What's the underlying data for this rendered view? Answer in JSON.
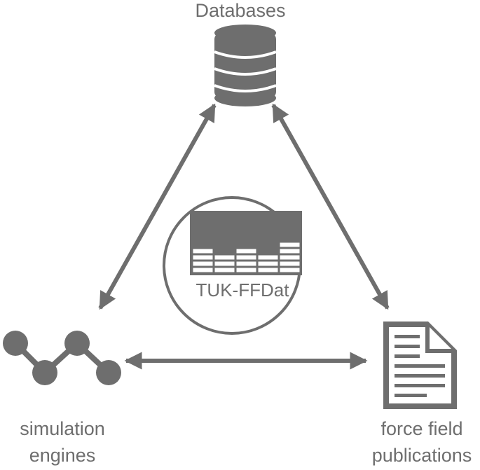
{
  "nodes": {
    "databases": {
      "label": "Databases",
      "icon": "database-icon"
    },
    "center": {
      "label": "TUK-FFDat",
      "icon": "data-table-icon"
    },
    "simulation": {
      "label_line1": "simulation",
      "label_line2": "engines",
      "icon": "molecule-chain-icon"
    },
    "publications": {
      "label_line1": "force field",
      "label_line2": "publications",
      "icon": "document-icon"
    }
  },
  "connections": [
    {
      "from": "Databases",
      "to": "simulation engines",
      "direction": "bidirectional"
    },
    {
      "from": "Databases",
      "to": "force field publications",
      "direction": "bidirectional"
    },
    {
      "from": "simulation engines",
      "to": "force field publications",
      "direction": "bidirectional"
    }
  ],
  "colors": {
    "primary": "#6e6e6e",
    "background": "#ffffff"
  }
}
